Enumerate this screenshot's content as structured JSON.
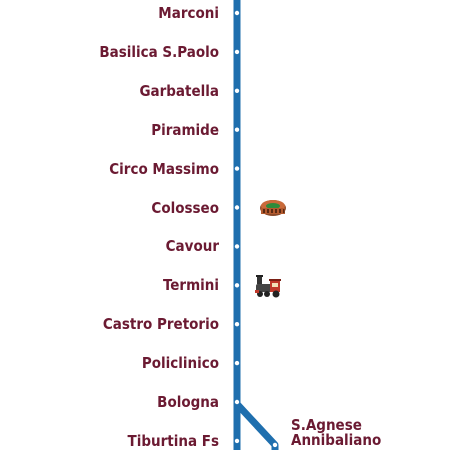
{
  "line": {
    "color": "#1f6fae",
    "label_color": "#6b1a32",
    "stations": [
      {
        "name": "Marconi"
      },
      {
        "name": "Basilica S.Paolo"
      },
      {
        "name": "Garbatella"
      },
      {
        "name": "Piramide"
      },
      {
        "name": "Circo Massimo"
      },
      {
        "name": "Colosseo",
        "poi": "colosseum-icon"
      },
      {
        "name": "Cavour"
      },
      {
        "name": "Termini",
        "poi": "train-icon"
      },
      {
        "name": "Castro Pretorio"
      },
      {
        "name": "Policlinico"
      },
      {
        "name": "Bologna"
      },
      {
        "name": "Tiburtina Fs"
      }
    ],
    "branch": {
      "station_line1": "S.Agnese",
      "station_line2": "Annibaliano"
    }
  }
}
